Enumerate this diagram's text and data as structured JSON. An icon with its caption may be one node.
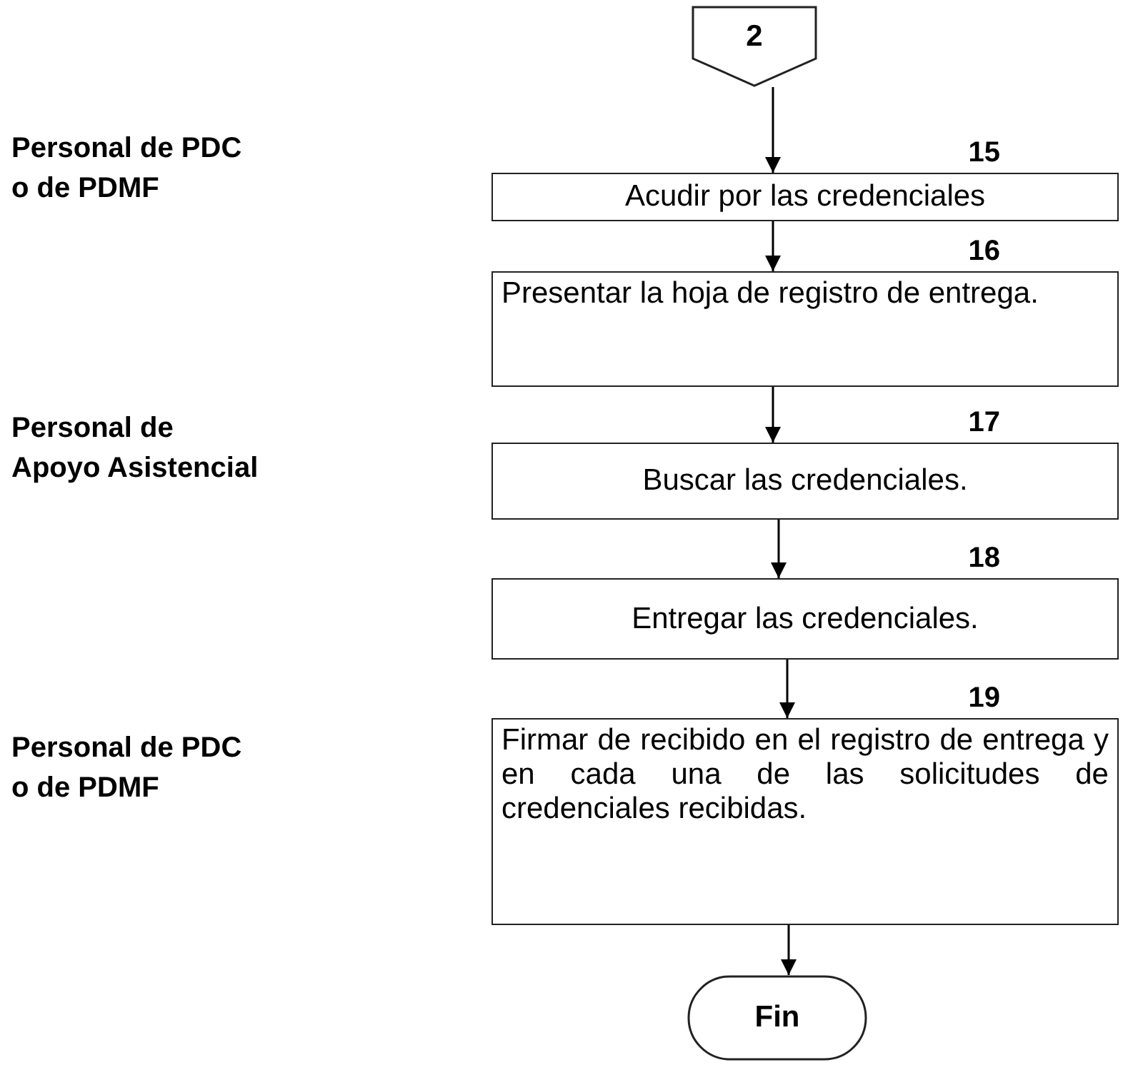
{
  "diagram": {
    "nodes": [
      {
        "text": [
          "2"
        ]
      },
      {
        "text": [
          "Acudir por las credenciales"
        ],
        "beside": [
          "15"
        ]
      },
      {
        "text": [
          "Presentar la hoja de registro de entrega."
        ],
        "beside": [
          "16"
        ]
      },
      {
        "text": [
          "Buscar las credenciales."
        ],
        "beside": [
          "17"
        ]
      },
      {
        "text": [
          "Entregar las credenciales."
        ],
        "beside": [
          "18"
        ]
      },
      {
        "text": [
          "Firmar de recibido en el registro de entrega y en cada una de las solicitudes de credenciales recibidas."
        ],
        "beside": [
          "19"
        ]
      },
      {
        "text": [
          "Fin"
        ]
      }
    ],
    "edges": [
      {
        "from": 0,
        "to": 1,
        "arrow": "to"
      },
      {
        "from": 1,
        "to": 2,
        "arrow": "to"
      },
      {
        "from": 2,
        "to": 3,
        "arrow": "to"
      },
      {
        "from": 3,
        "to": 4,
        "arrow": "to"
      },
      {
        "from": 4,
        "to": 5,
        "arrow": "to"
      },
      {
        "from": 5,
        "to": 6,
        "arrow": "to"
      }
    ],
    "labels": [
      "Personal de PDC o de PDMF",
      "Personal de Apoyo Asistencial",
      "Personal de PDC o de PDMF"
    ]
  }
}
